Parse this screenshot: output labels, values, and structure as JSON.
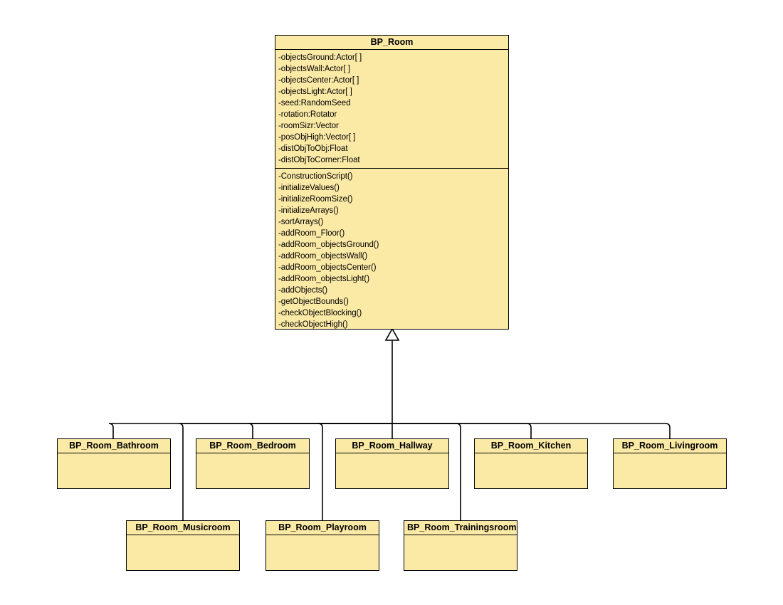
{
  "diagram": {
    "type": "uml-class-diagram",
    "notation": "generalization",
    "colors": {
      "class_fill": "#fbe9a6",
      "border": "#000000",
      "connector": "#000000",
      "background": "#ffffff",
      "arrowhead_fill": "#ffffff"
    }
  },
  "base_class": {
    "name": "BP_Room",
    "attributes": [
      "-objectsGround:Actor[ ]",
      "-objectsWall:Actor[ ]",
      "-objectsCenter:Actor[ ]",
      "-objectsLight:Actor[ ]",
      "-seed:RandomSeed",
      "-rotation:Rotator",
      "-roomSizr:Vector",
      "-posObjHigh:Vector[ ]",
      "-distObjToObj:Float",
      "-distObjToCorner:Float"
    ],
    "operations": [
      "-ConstructionScript()",
      "-initializeValues()",
      "-initializeRoomSize()",
      "-initializeArrays()",
      "-sortArrays()",
      "-addRoom_Floor()",
      "-addRoom_objectsGround()",
      "-addRoom_objectsWall()",
      "-addRoom_objectsCenter()",
      "-addRoom_objectsLight()",
      "-addObjects()",
      "-getObjectBounds()",
      "-checkObjectBlocking()",
      "-checkObjectHigh()"
    ]
  },
  "subclasses_row1": [
    {
      "name": "BP_Room_Bathroom",
      "attributes": [],
      "operations": []
    },
    {
      "name": "BP_Room_Bedroom",
      "attributes": [],
      "operations": []
    },
    {
      "name": "BP_Room_Hallway",
      "attributes": [],
      "operations": []
    },
    {
      "name": "BP_Room_Kitchen",
      "attributes": [],
      "operations": []
    },
    {
      "name": "BP_Room_Livingroom",
      "attributes": [],
      "operations": []
    }
  ],
  "subclasses_row2": [
    {
      "name": "BP_Room_Musicroom",
      "attributes": [],
      "operations": []
    },
    {
      "name": "BP_Room_Playroom",
      "attributes": [],
      "operations": []
    },
    {
      "name": "BP_Room_Trainingsroom",
      "attributes": [],
      "operations": []
    }
  ]
}
